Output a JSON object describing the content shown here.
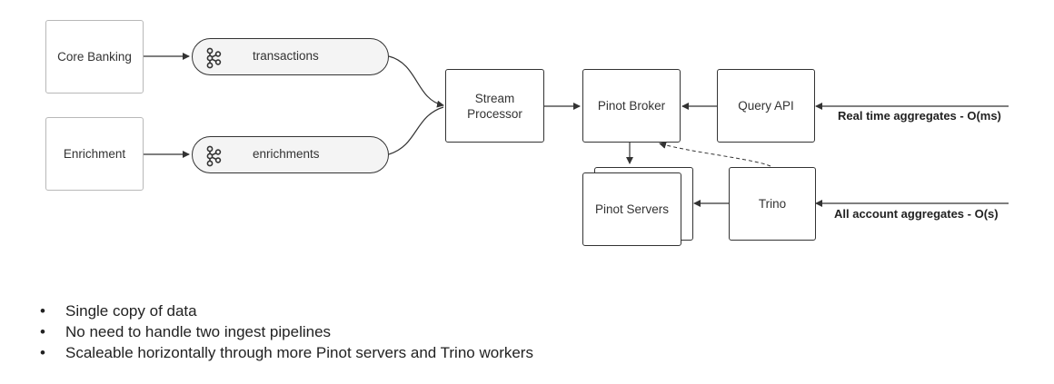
{
  "nodes": {
    "core_banking": "Core Banking",
    "enrichment": "Enrichment",
    "transactions_topic": "transactions",
    "enrichments_topic": "enrichments",
    "stream_processor_line1": "Stream",
    "stream_processor_line2": "Processor",
    "pinot_broker": "Pinot Broker",
    "query_api": "Query API",
    "pinot_servers": "Pinot Servers",
    "trino": "Trino"
  },
  "labels": {
    "realtime": "Real time aggregates - O(ms)",
    "all_account": "All account aggregates - O(s)"
  },
  "bullets": [
    "Single copy of data",
    "No need to handle two ingest pipelines",
    "Scaleable horizontally through more Pinot servers and Trino workers"
  ],
  "bullet_glyph": "•",
  "icons": {
    "topic_icon": "kafka-icon"
  },
  "colors": {
    "line": "#333333",
    "light_border": "#b8b8b8",
    "pill_fill": "#f4f4f4"
  }
}
